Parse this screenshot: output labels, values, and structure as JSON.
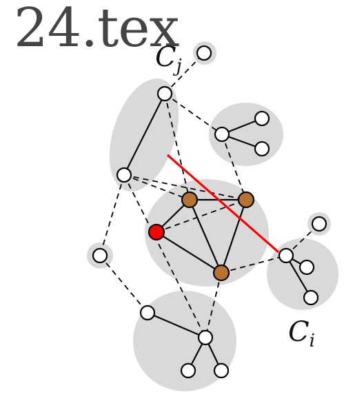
{
  "title": "24.tex",
  "labels": {
    "cj": {
      "main": "C",
      "sub": "j"
    },
    "ci": {
      "main": "C",
      "sub": "i"
    }
  },
  "colors": {
    "cluster_fill": "#d9d9d9",
    "node_default": "#ffffff",
    "node_brown": "#b87333",
    "node_red": "#ff0000",
    "edge_highlight": "#ff0000",
    "stroke": "#000000"
  }
}
